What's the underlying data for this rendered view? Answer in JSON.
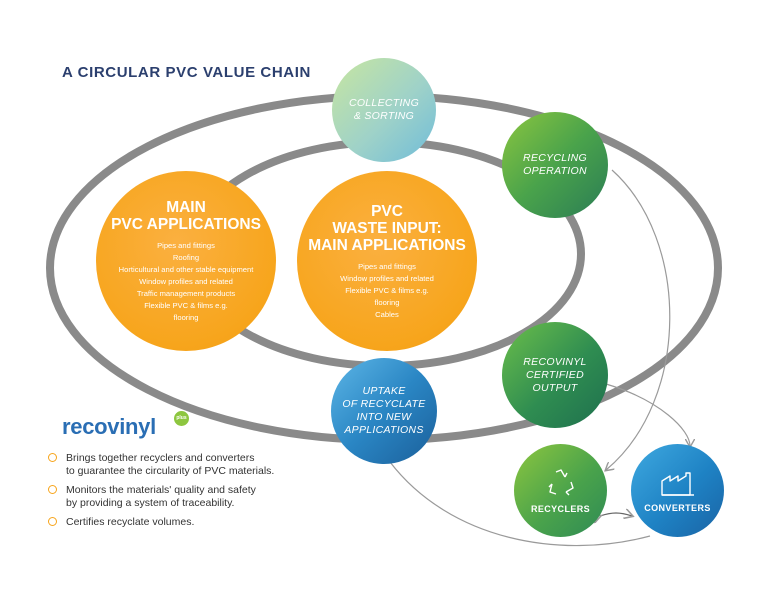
{
  "title": "A CIRCULAR PVC VALUE CHAIN",
  "nodes": {
    "collecting": [
      "COLLECTING",
      "& SORTING"
    ],
    "recycling": [
      "RECYCLING",
      "OPERATION"
    ],
    "main_apps": {
      "heading": [
        "MAIN",
        "PVC APPLICATIONS"
      ],
      "items": [
        "Pipes and fittings",
        "Roofing",
        "Horticultural and other stable equipment",
        "Window profiles and related",
        "Traffic management products",
        "Flexible PVC & films e.g.",
        "flooring"
      ]
    },
    "waste_input": {
      "heading": [
        "PVC",
        "WASTE INPUT:",
        "MAIN APPLICATIONS"
      ],
      "items": [
        "Pipes and fittings",
        "Window profiles and related",
        "Flexible PVC & films e.g.",
        "flooring",
        "Cables"
      ]
    },
    "certified": [
      "RECOVINYL",
      "CERTIFIED",
      "OUTPUT"
    ],
    "uptake": [
      "UPTAKE",
      "OF RECYCLATE",
      "INTO NEW",
      "APPLICATIONS"
    ],
    "recyclers": "RECYCLERS",
    "converters": "CONVERTERS"
  },
  "logo": {
    "word": "recovinyl",
    "badge": "plus"
  },
  "bullets": [
    [
      "Brings together recyclers and converters",
      "to guarantee the circularity of PVC materials."
    ],
    [
      "Monitors the materials' quality and safety",
      "by providing a system of traceability."
    ],
    [
      "Certifies recyclate volumes."
    ]
  ],
  "colors": {
    "ring": "#8a8a8a",
    "orange": "#f7a51c",
    "title": "#2b3f6e",
    "logo": "#2a6eb4"
  },
  "icons": [
    "recycle-icon",
    "factory-icon",
    "double-arrow-icon"
  ]
}
